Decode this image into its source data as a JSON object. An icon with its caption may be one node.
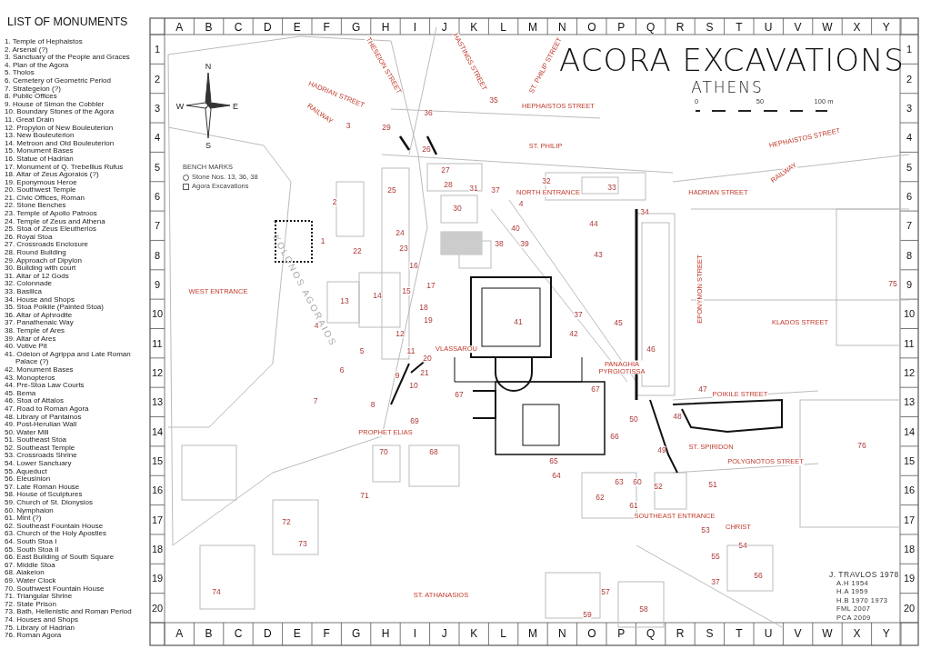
{
  "diagram": {
    "title": "ACORA EXCAVATIONS",
    "labels": [
      "LIST OF MONUMENTS",
      "1. Temple of Hephaistos",
      "2. Arsenal (?)",
      "3. Sanctuary of the People and Graces",
      "4. Plan of the Agora",
      "5. Tholos",
      "6. Cemetery of Geometric Period",
      "7. Strategeion (?)",
      "8. Public Offices",
      "9. House of Simon the Cobbler",
      "10. Boundary Stones of the Agora",
      "11. Great Drain",
      "12. Propylon of New Bouleuterion",
      "13. New Bouleuterion",
      "14. Metroon and Old Bouleuterion",
      "15. Monument Bases",
      "16. Statue of Hadrian",
      "17. Monument of Q. Trebellius Rufus",
      "18. Altar of Zeus Agoraios (?)",
      "19. Eponymous Heroe",
      "20. Southwest Temple",
      "21. Civic Offices, Roman",
      "22. Stone Benches",
      "23. Temple of Apollo Patroos",
      "24. Temple of Zeus and Athena",
      "25. Stoa of Zeus Eleutherios",
      "26. Royal Stoa",
      "27. Crossroads Enclosure",
      "28. Round Building",
      "29. Approach of Dipylon",
      "30. Building with court",
      "31. Altar of 12 Gods",
      "32. Colonnade",
      "33. Basilica",
      "34. House and Shops",
      "35. Stoa Poikile (Painted Stoa)",
      "36. Altar of Aphrodite",
      "37. Panathenaic Way",
      "38. Temple of Ares",
      "39. Altar of Ares",
      "40. Votive Pit",
      "41. Odeion of Agrippa and Late Roman Palace (?)",
      "42. Monument Bases",
      "43. Monopteros",
      "44. Pre-Stoa Law Courts",
      "45. Bema",
      "46. Stoa of Attalos",
      "47. Road to Roman Agora",
      "48. Library of Pantainos",
      "49. Post-Herulian Wall",
      "50. Water Mill",
      "51. Southeast Stoa",
      "52. Southeast Temple",
      "53. Crossroads Shrine",
      "54. Lower Sanctuary",
      "55. Aqueduct",
      "56. Eleusinion",
      "57. Late Roman House",
      "58. House of Sculptures",
      "59. Church of St. Dionysios",
      "60. Nymphaion",
      "61. Mint (?)",
      "62. Southeast Fountain House",
      "63. Church of the Holy Apostles",
      "64. South Stoa I",
      "65. South Stoa II",
      "66. East Building of South Square",
      "67. Middle Stoa",
      "68. Aiakeion",
      "69. Water Clock",
      "70. Southwest Fountain House",
      "71. Triangular Shrine",
      "72. State Prison",
      "73. Bath, Hellenistic and Roman Period",
      "74. Houses and Shops",
      "75. Library of Hadrian",
      "76. Roman Agora",
      "A",
      "B",
      "C",
      "D",
      "E",
      "F",
      "G",
      "H",
      "I",
      "J",
      "K",
      "L",
      "M",
      "N",
      "O",
      "P",
      "Q",
      "R",
      "S",
      "T",
      "U",
      "V",
      "W",
      "X",
      "Y",
      "1",
      "2",
      "3",
      "4",
      "5",
      "6",
      "7",
      "8",
      "9",
      "10",
      "11",
      "12",
      "13",
      "14",
      "15",
      "16",
      "17",
      "18",
      "19",
      "20",
      "1",
      "2",
      "3",
      "4",
      "5",
      "6",
      "7",
      "8",
      "9",
      "10",
      "11",
      "12",
      "13",
      "14",
      "15",
      "16",
      "17",
      "18",
      "19",
      "20",
      "A",
      "B",
      "C",
      "D",
      "E",
      "F",
      "G",
      "H",
      "I",
      "J",
      "K",
      "L",
      "M",
      "N",
      "O",
      "P",
      "Q",
      "R",
      "S",
      "T",
      "U",
      "V",
      "W",
      "X",
      "Y",
      "ATHENS",
      "0",
      "50",
      "100 m",
      "N",
      "W",
      "E",
      "S",
      "BENCH MARKS",
      "J. TRAVLOS 1978",
      "A.H 1954",
      "H.A 1959",
      "H.B 1970 1973",
      "FML 2007",
      "PCA 2009",
      "THESEION STREET",
      "HASTINGS STREET",
      "ST. PHILIP STREET",
      "HADRIAN STREET",
      "35",
      "RAILWAY",
      "36",
      "HEPHAISTOS STREET",
      "3",
      "29",
      "26",
      "ST. PHILIP",
      "HEPHAISTOS STREET",
      "27",
      "RAILWAY",
      "25",
      "28",
      "31",
      "37",
      "NORTH ENTRANCE",
      "32",
      "33",
      "HADRIAN STREET",
      "2",
      "4",
      "30",
      "34",
      "24",
      "40",
      "44",
      "1",
      "22",
      "23",
      "38",
      "39",
      "43",
      "16",
      "WEST ENTRANCE",
      "KOLONOS AGORAIOS",
      "14",
      "15",
      "17",
      "EPONYMON STREET",
      "75",
      "13",
      "18",
      "4",
      "19",
      "41",
      "37",
      "45",
      "KLADOS STREET",
      "12",
      "42",
      "5",
      "11",
      "20",
      "VLASSAROU",
      "46",
      "6",
      "9",
      "21",
      "PANAGHIA PYRGIOTISSA",
      "7",
      "8",
      "10",
      "67",
      "67",
      "47",
      "POIKILE STREET",
      "69",
      "50",
      "48",
      "PROPHET ELIAS",
      "66",
      "70",
      "68",
      "49",
      "ST. SPIRIDON",
      "76",
      "65",
      "POLYGNOTOS STREET",
      "64",
      "63",
      "60",
      "52",
      "51",
      "71",
      "62",
      "61",
      "72",
      "SOUTHEAST ENTRANCE",
      "53",
      "CHRIST",
      "73",
      "54",
      "55",
      "37",
      "56",
      "74",
      "ST. ATHANASIOS",
      "57",
      "59",
      "58"
    ],
    "legend": [
      {
        "text": "Stone Nos. 13, 36, 38"
      },
      {
        "text": "Agora Excavations"
      }
    ]
  }
}
